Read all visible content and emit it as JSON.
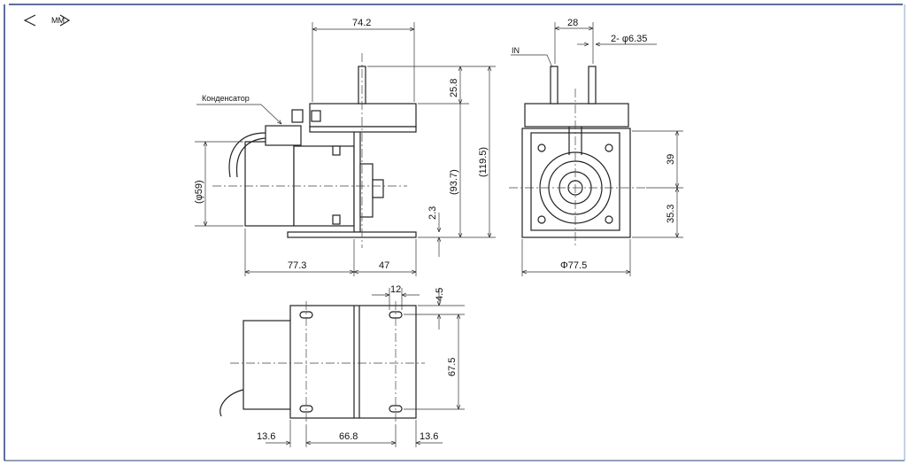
{
  "units": "ММ",
  "labels": {
    "capacitor": "Конденсатор",
    "in": "IN"
  },
  "dimensions": {
    "side_top_width": "74.2",
    "shaft_height": "25.8",
    "height_93_7": "(93.7)",
    "height_119_5": "(119.5)",
    "motor_diameter": "(φ59)",
    "base_thickness": "2.3",
    "motor_length": "77.3",
    "bracket_length": "47",
    "terminal_pitch": "28",
    "terminal_diameter": "2- φ6.35",
    "upper_height": "39",
    "lower_height": "35.3",
    "body_diameter": "Φ77.5",
    "slot_width": "12",
    "slot_offset": "4.5",
    "mount_pitch_vertical": "67.5",
    "left_margin": "13.6",
    "mount_pitch_horizontal": "66.8",
    "right_margin": "13.6"
  }
}
